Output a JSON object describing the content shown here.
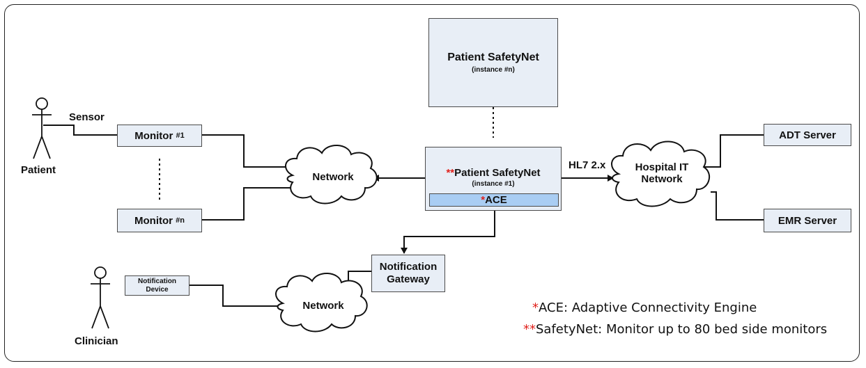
{
  "actors": {
    "patient": "Patient",
    "clinician": "Clinician"
  },
  "labels": {
    "sensor": "Sensor",
    "hl7": "HL7 2.x"
  },
  "monitor1": {
    "name": "Monitor",
    "suffix": "#1"
  },
  "monitorN": {
    "name": "Monitor",
    "suffix": "#n"
  },
  "safetynet_n": {
    "title": "Patient SafetyNet",
    "instance": "(instance #n)"
  },
  "safetynet_1": {
    "stars": "**",
    "title": "Patient SafetyNet",
    "instance": "(instance #1)",
    "ace_star": "*",
    "ace": "ACE"
  },
  "clouds": {
    "network_top": "Network",
    "network_bottom": "Network",
    "hospital_it": "Hospital IT\nNetwork"
  },
  "servers": {
    "adt": "ADT Server",
    "emr": "EMR Server"
  },
  "gateway": "Notification\nGateway",
  "notification_device": "Notification\nDevice",
  "legend": [
    {
      "star": "*",
      "text": "ACE: Adaptive Connectivity Engine"
    },
    {
      "star": "**",
      "text": "SafetyNet: Monitor up to 80 bed side monitors"
    }
  ],
  "colors": {
    "box_fill": "#e8eef6",
    "ace_fill": "#a9cdf3",
    "accent_red": "#e0201b",
    "line": "#111111"
  }
}
